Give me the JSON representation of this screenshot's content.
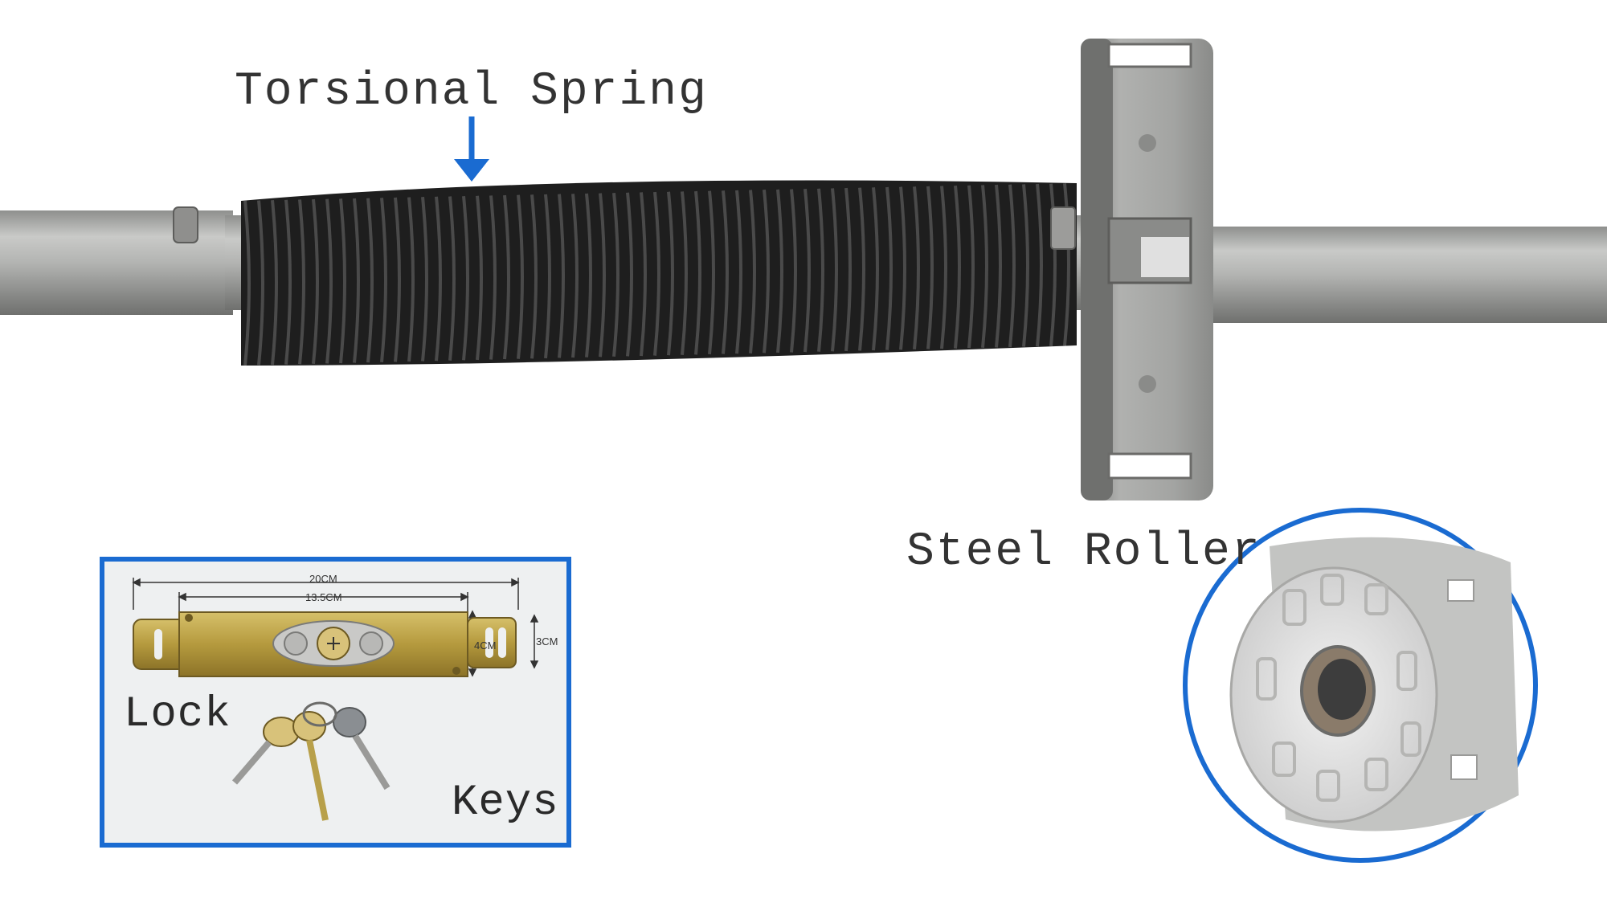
{
  "labels": {
    "spring": "Torsional Spring",
    "roller": "Steel Roller",
    "lock": "Lock",
    "keys": "Keys"
  },
  "dimensions": {
    "width_total": "20CM",
    "width_inner": "13.5CM",
    "height_a": "4CM",
    "height_b": "3CM"
  },
  "colors": {
    "accent": "#1a6bd1",
    "text": "#333333",
    "shaft": "#a9aaa8",
    "spring": "#2b2b2b",
    "drum": "#9a9b98",
    "brass": "#b8a04a"
  },
  "icons": {
    "arrow": "arrow-down-icon"
  }
}
